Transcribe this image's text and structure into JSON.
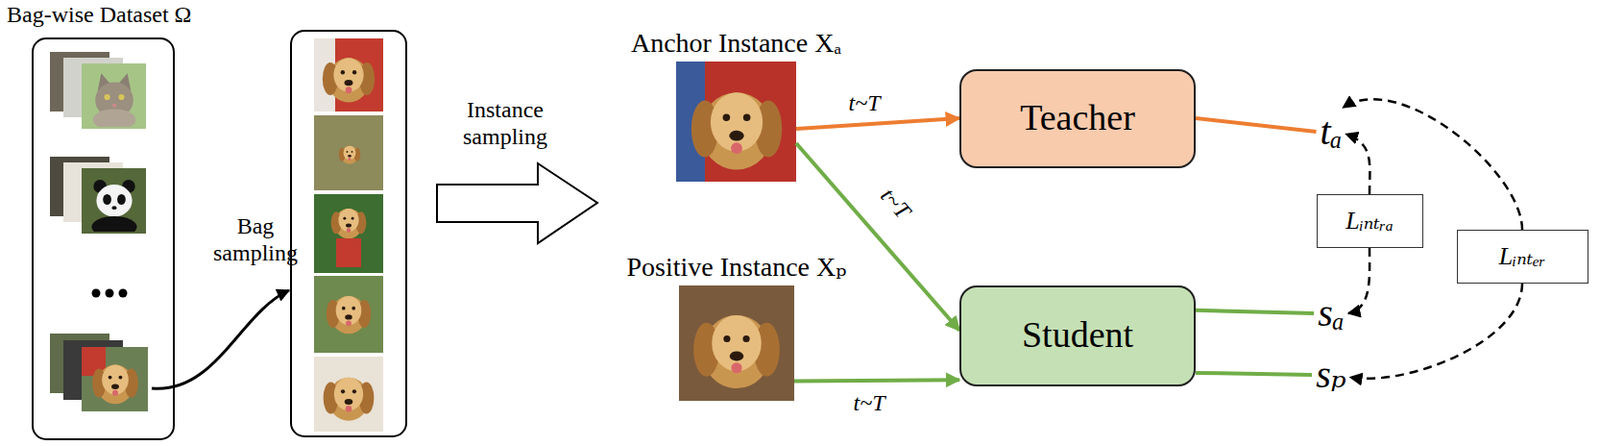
{
  "diagram": {
    "nodes": [
      {
        "text": [
          "Bag-wise Dataset Ω"
        ]
      },
      {
        "text": [
          "Anchor Instance Xₐ"
        ]
      },
      {
        "text": [
          "Positive Instance Xₚ"
        ]
      },
      {
        "text": [
          "Teacher"
        ]
      },
      {
        "text": [
          "Student"
        ]
      },
      {
        "text": [
          "tₐ"
        ]
      },
      {
        "text": [
          "sₐ"
        ]
      },
      {
        "text": [
          "sₚ"
        ]
      },
      {
        "text": [
          "Lᵢₙₜᵣₐ"
        ]
      },
      {
        "text": [
          "Lᵢₙₜₑᵣ"
        ]
      }
    ],
    "edges": [
      {
        "from": 1,
        "to": 3,
        "arrow": "to",
        "label": "t~T"
      },
      {
        "from": 1,
        "to": 4,
        "arrow": "to",
        "label": "t~T"
      },
      {
        "from": 2,
        "to": 4,
        "arrow": "to",
        "label": "t~T"
      },
      {
        "from": 3,
        "to": 5,
        "arrow": "none"
      },
      {
        "from": 4,
        "to": 6,
        "arrow": "none"
      },
      {
        "from": 4,
        "to": 7,
        "arrow": "none"
      },
      {
        "from": 8,
        "to": 5,
        "arrow": "to"
      },
      {
        "from": 8,
        "to": 6,
        "arrow": "to"
      },
      {
        "from": 9,
        "to": 5,
        "arrow": "to"
      },
      {
        "from": 9,
        "to": 7,
        "arrow": "to"
      }
    ],
    "labels": [
      "Bag sampling",
      "Instance sampling"
    ]
  }
}
